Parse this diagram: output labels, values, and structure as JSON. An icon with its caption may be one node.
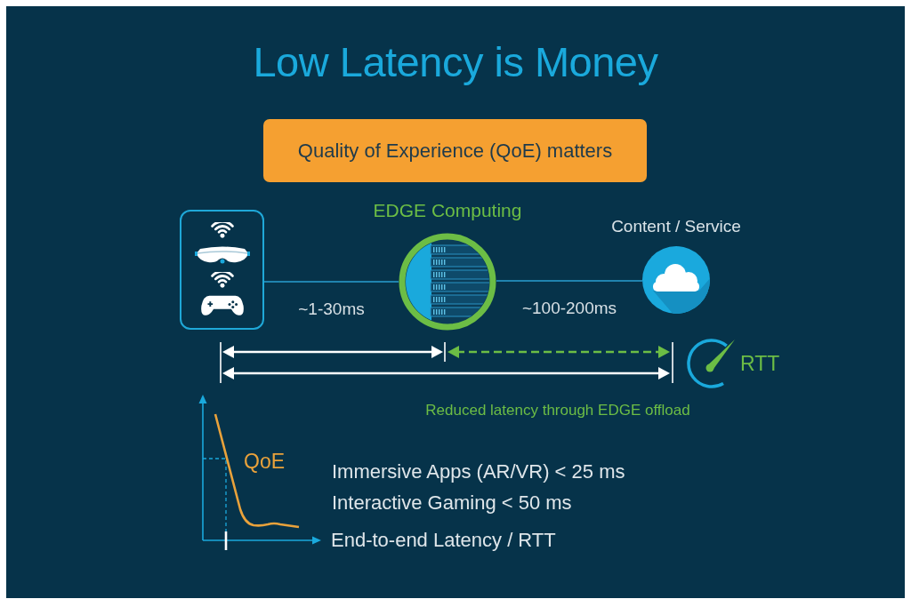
{
  "diagram": {
    "title": "Low Latency is Money",
    "nodes": [
      {
        "text": [
          "Quality of Experience (QoE) matters"
        ]
      },
      {
        "text": [],
        "shape": "box"
      },
      {
        "text": [
          "EDGE Computing"
        ]
      },
      {
        "text": [
          "Content / Service"
        ]
      }
    ],
    "edges": [
      {
        "from": 1,
        "to": 2,
        "arrow": "none",
        "label": "~1-30ms"
      },
      {
        "from": 2,
        "to": 3,
        "arrow": "none",
        "label": "~100-200ms"
      }
    ],
    "labels": [
      "RTT",
      "Reduced latency through EDGE offload",
      "QoE",
      "Immersive Apps (AR/VR) < 25 ms",
      "Interactive Gaming < 50 ms",
      "End-to-end Latency / RTT"
    ]
  }
}
